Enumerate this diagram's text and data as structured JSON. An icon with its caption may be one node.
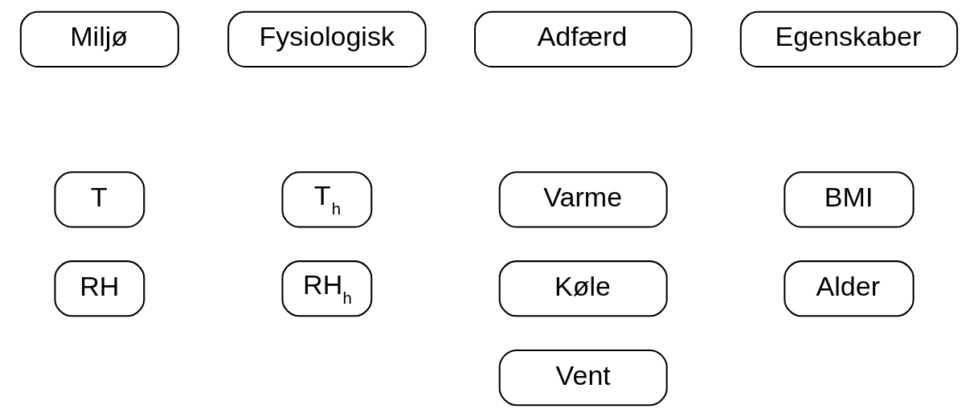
{
  "diagram": {
    "nodes": [
      {
        "text": [
          "Miljø"
        ]
      },
      {
        "text": [
          "Fysiologisk"
        ]
      },
      {
        "text": [
          "Adfærd"
        ]
      },
      {
        "text": [
          "Egenskaber"
        ]
      },
      {
        "text": [
          "T"
        ]
      },
      {
        "text": [
          "T$_{h}$"
        ]
      },
      {
        "text": [
          "Varme"
        ]
      },
      {
        "text": [
          "BMI"
        ]
      },
      {
        "text": [
          "RH"
        ]
      },
      {
        "text": [
          "RH$_{h}$"
        ]
      },
      {
        "text": [
          "Køle"
        ]
      },
      {
        "text": [
          "Alder"
        ]
      },
      {
        "text": [
          "Vent"
        ]
      }
    ]
  }
}
